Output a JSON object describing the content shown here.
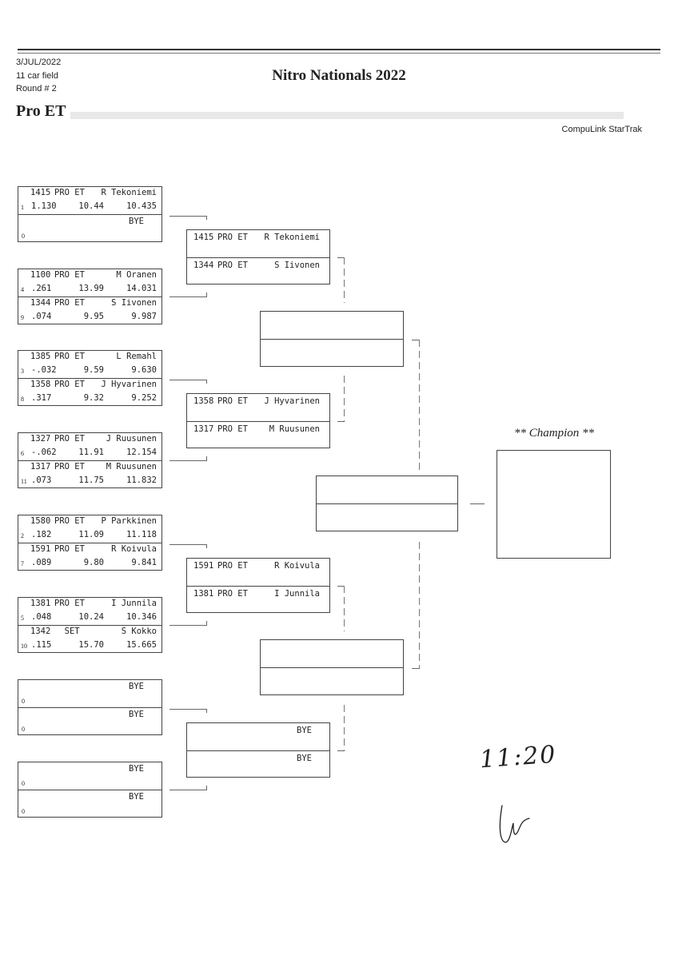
{
  "header": {
    "date": "3/JUL/2022",
    "field": "11 car field",
    "round": "Round # 2",
    "title": "Nitro Nationals 2022",
    "class": "Pro ET",
    "vendor": "CompuLink StarTrak"
  },
  "round1": [
    {
      "lanes": [
        {
          "car": "1415",
          "class": "PRO ET",
          "name": "R Tekoniemi",
          "seed": "1",
          "rt": "1.130",
          "dial": "10.44",
          "et": "10.435"
        },
        {
          "bye": "BYE",
          "seed": "0"
        }
      ]
    },
    {
      "lanes": [
        {
          "car": "1100",
          "class": "PRO ET",
          "name": "M Oranen",
          "seed": "4",
          "rt": ".261",
          "dial": "13.99",
          "et": "14.031"
        },
        {
          "car": "1344",
          "class": "PRO ET",
          "name": "S Iivonen",
          "seed": "9",
          "rt": ".074",
          "dial": "9.95",
          "et": "9.987"
        }
      ]
    },
    {
      "lanes": [
        {
          "car": "1385",
          "class": "PRO ET",
          "name": "L Remahl",
          "seed": "3",
          "rt": "-.032",
          "dial": "9.59",
          "et": "9.630"
        },
        {
          "car": "1358",
          "class": "PRO ET",
          "name": "J Hyvarinen",
          "seed": "8",
          "rt": ".317",
          "dial": "9.32",
          "et": "9.252"
        }
      ]
    },
    {
      "lanes": [
        {
          "car": "1327",
          "class": "PRO ET",
          "name": "J Ruusunen",
          "seed": "6",
          "rt": "-.062",
          "dial": "11.91",
          "et": "12.154"
        },
        {
          "car": "1317",
          "class": "PRO ET",
          "name": "M Ruusunen",
          "seed": "11",
          "rt": ".073",
          "dial": "11.75",
          "et": "11.832"
        }
      ]
    },
    {
      "lanes": [
        {
          "car": "1580",
          "class": "PRO ET",
          "name": "P Parkkinen",
          "seed": "2",
          "rt": ".182",
          "dial": "11.09",
          "et": "11.118"
        },
        {
          "car": "1591",
          "class": "PRO ET",
          "name": "R Koivula",
          "seed": "7",
          "rt": ".089",
          "dial": "9.80",
          "et": "9.841"
        }
      ]
    },
    {
      "lanes": [
        {
          "car": "1381",
          "class": "PRO ET",
          "name": "I Junnila",
          "seed": "5",
          "rt": ".048",
          "dial": "10.24",
          "et": "10.346"
        },
        {
          "car": "1342",
          "class": "  SET",
          "name": "S Kokko",
          "seed": "10",
          "rt": ".115",
          "dial": "15.70",
          "et": "15.665"
        }
      ]
    },
    {
      "lanes": [
        {
          "bye": "BYE",
          "seed": "0"
        },
        {
          "bye": "BYE",
          "seed": "0"
        }
      ]
    },
    {
      "lanes": [
        {
          "bye": "BYE",
          "seed": "0"
        },
        {
          "bye": "BYE",
          "seed": "0"
        }
      ]
    }
  ],
  "round2": [
    {
      "lanes": [
        {
          "car": "1415",
          "class": "PRO ET",
          "name": "R Tekoniemi"
        },
        {
          "car": "1344",
          "class": "PRO ET",
          "name": "S Iivonen"
        }
      ]
    },
    {
      "lanes": [
        {
          "car": "1358",
          "class": "PRO ET",
          "name": "J Hyvarinen"
        },
        {
          "car": "1317",
          "class": "PRO ET",
          "name": "M Ruusunen"
        }
      ]
    },
    {
      "lanes": [
        {
          "car": "1591",
          "class": "PRO ET",
          "name": "R Koivula"
        },
        {
          "car": "1381",
          "class": "PRO ET",
          "name": "I Junnila"
        }
      ]
    },
    {
      "lanes": [
        {
          "bye": "BYE"
        },
        {
          "bye": "BYE"
        }
      ]
    }
  ],
  "round3": [
    {
      "lanes": [
        {},
        {}
      ]
    },
    {
      "lanes": [
        {},
        {}
      ]
    }
  ],
  "final": {
    "lanes": [
      {},
      {}
    ]
  },
  "champion": {
    "label": "** Champion **"
  },
  "handwriting": {
    "time": "11:20",
    "initials": "Lr"
  }
}
